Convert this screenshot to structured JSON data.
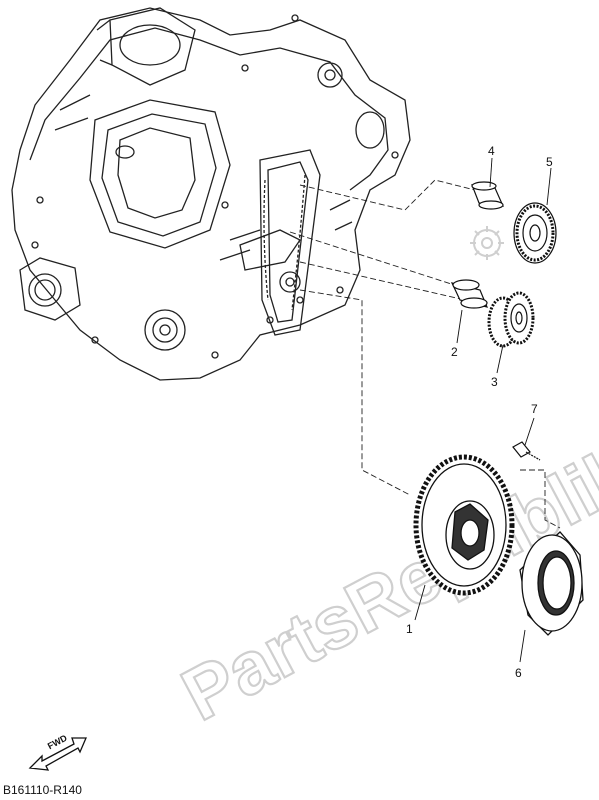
{
  "diagram": {
    "watermark": "PartsRepublik",
    "diagram_code": "B161110-R140",
    "fwd_label": "FWD",
    "callouts": [
      {
        "id": "1",
        "part": "starter-clutch-gear"
      },
      {
        "id": "2",
        "part": "shaft"
      },
      {
        "id": "3",
        "part": "idle-gear"
      },
      {
        "id": "4",
        "part": "shaft"
      },
      {
        "id": "5",
        "part": "idle-gear"
      },
      {
        "id": "6",
        "part": "one-way-clutch"
      },
      {
        "id": "7",
        "part": "bolt"
      }
    ]
  }
}
